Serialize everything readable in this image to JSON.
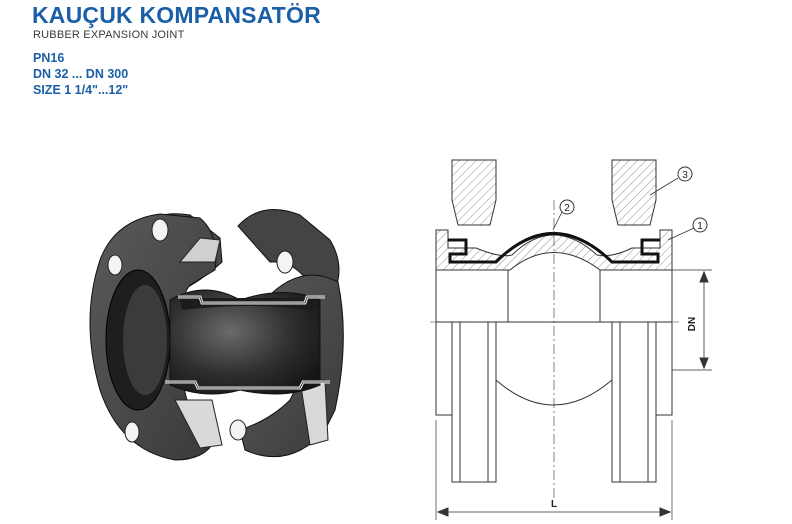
{
  "header": {
    "title": "KAUÇUK KOMPANSATÖR",
    "subtitle": "RUBBER EXPANSION JOINT"
  },
  "specs": {
    "pressure": "PN16",
    "dn_range": "DN 32 ... DN 300",
    "size_range": "SIZE 1 1/4\"...12\""
  },
  "drawing": {
    "callouts": [
      "1",
      "2",
      "3"
    ],
    "dim_dn": "DN",
    "dim_l": "L"
  },
  "colors": {
    "title_blue": "#1b5fa8",
    "line": "#333333"
  }
}
